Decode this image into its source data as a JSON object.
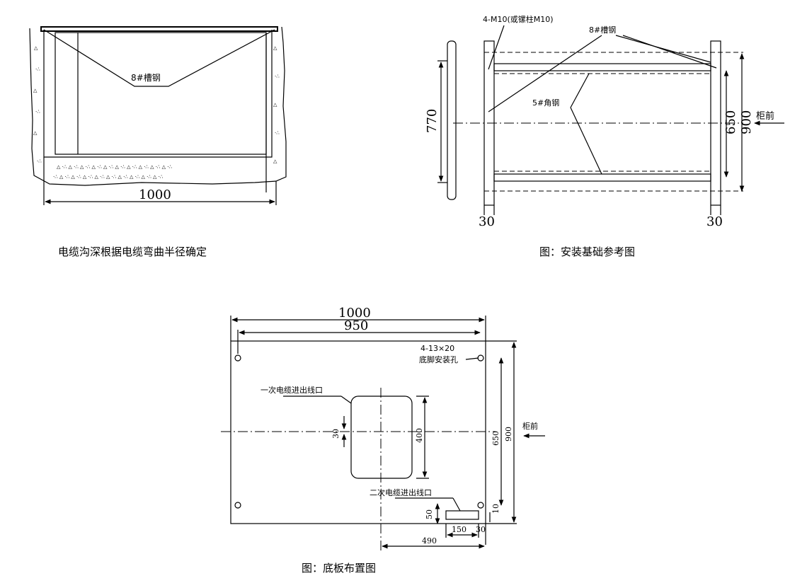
{
  "trench": {
    "channel_label": "8#槽钢",
    "width_dim": "1000",
    "caption": "电缆沟深根据电缆弯曲半径确定"
  },
  "foundation": {
    "bolt_label": "4-M10(或镙柱M10)",
    "channel_label": "8#槽钢",
    "angle_label": "5#角钢",
    "dim_left": "770",
    "dim_650": "650",
    "dim_900": "900",
    "dim_30_left": "30",
    "dim_30_right": "30",
    "front_label": "柜前",
    "caption": "图：安装基础参考图"
  },
  "baseplate": {
    "dim_1000": "1000",
    "dim_950": "950",
    "holes_label": "4-13×20",
    "holes_label2": "底脚安装孔",
    "primary_cable_label": "一次电缆进出线口",
    "secondary_cable_label": "二次电缆进出线口",
    "dim_30_offset": "30",
    "dim_400": "400",
    "dim_650": "650",
    "dim_900": "900",
    "dim_10": "10",
    "dim_50": "50",
    "dim_150": "150",
    "dim_30_bottom": "30",
    "dim_490": "490",
    "front_label": "柜前",
    "caption": "图：底板布置图"
  }
}
